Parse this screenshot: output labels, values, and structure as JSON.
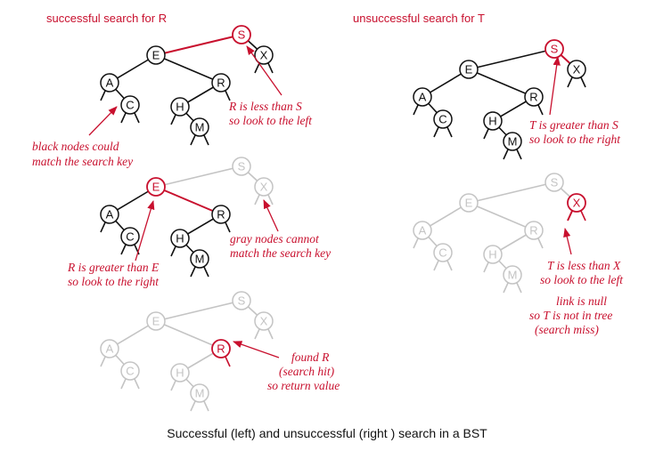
{
  "titles": {
    "left": "successful search for R",
    "right": "unsuccessful search for T"
  },
  "caption": "Successful (left) and unsuccessful (right ) search in a BST",
  "colors": {
    "active": "#c8102e",
    "normal": "#111111",
    "inactive": "#c4c4c4"
  },
  "keys": {
    "S": "S",
    "E": "E",
    "X": "X",
    "A": "A",
    "R": "R",
    "C": "C",
    "H": "H",
    "M": "M"
  },
  "annotations": {
    "p1_note": [
      "R is less than S",
      "so look to the left"
    ],
    "p1_black": [
      "black nodes could",
      "match the search key"
    ],
    "p2_note": [
      "R is greater than E",
      "so look to the right"
    ],
    "p2_gray": [
      "gray nodes cannot",
      "match the search key"
    ],
    "p3_note": [
      "found R",
      "(search hit)",
      "so return value"
    ],
    "p4_note": [
      "T is greater than S",
      "so look to the right"
    ],
    "p5_note": [
      "T is less than X",
      "so look to the left"
    ],
    "p5_null": [
      "link is null",
      "so T is not in tree",
      "(search miss)"
    ]
  },
  "panels": [
    {
      "id": "hit-step1",
      "active_nodes": [
        "S"
      ],
      "gray_nodes": [],
      "red_links": [
        [
          "S",
          "E"
        ]
      ],
      "red_stubs": []
    },
    {
      "id": "hit-step2",
      "active_nodes": [
        "E"
      ],
      "gray_nodes": [
        "S",
        "X"
      ],
      "red_links": [
        [
          "E",
          "R"
        ]
      ],
      "red_stubs": []
    },
    {
      "id": "hit-step3",
      "active_nodes": [
        "R"
      ],
      "gray_nodes": [
        "S",
        "E",
        "X",
        "A",
        "C",
        "H",
        "M"
      ],
      "red_links": [],
      "red_stubs": []
    },
    {
      "id": "miss-step1",
      "active_nodes": [
        "S"
      ],
      "gray_nodes": [],
      "red_links": [
        [
          "S",
          "X"
        ]
      ],
      "red_stubs": []
    },
    {
      "id": "miss-step2",
      "active_nodes": [
        "X"
      ],
      "gray_nodes": [
        "S",
        "E",
        "A",
        "R",
        "C",
        "H",
        "M"
      ],
      "red_links": [],
      "red_stubs": [
        [
          "X",
          "left"
        ]
      ]
    }
  ]
}
